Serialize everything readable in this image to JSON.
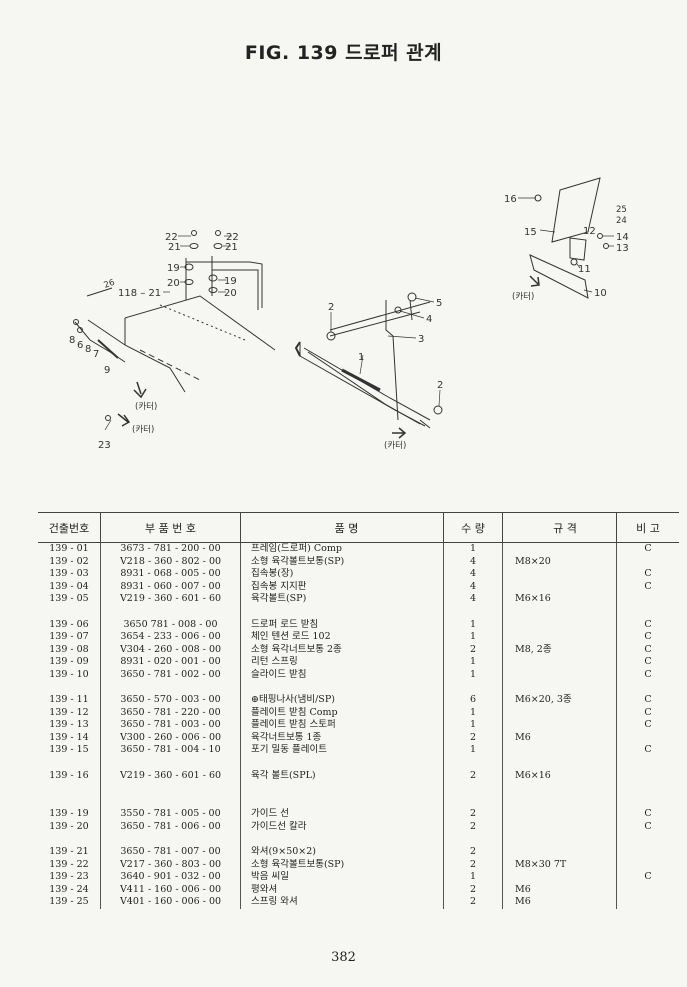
{
  "title": "FIG. 139 드로퍼 관계",
  "diagram_labels": {
    "l22a": "22",
    "l22b": "22",
    "l21a": "21",
    "l21b": "21",
    "l19a": "19",
    "l19b": "19",
    "l20a": "20",
    "l20b": "20",
    "l26": "26",
    "l118": "118 – 21",
    "l8a": "8",
    "l6": "6",
    "l8b": "8",
    "l7": "7",
    "l9": "9",
    "cutter1": "(카터)",
    "cutter2": "(카터)",
    "cutter3": "(카터)",
    "cutter4": "(카터)",
    "l23": "23",
    "l2a": "2",
    "l2b": "2",
    "l1": "1",
    "l3": "3",
    "l4": "4",
    "l5": "5",
    "l16": "16",
    "l15": "15",
    "l12": "12",
    "l25": "25",
    "l24": "24",
    "l14": "14",
    "l13": "13",
    "l11": "11",
    "l10": "10"
  },
  "table": {
    "headers": [
      "건출번호",
      "부 품 번 호",
      "품                    명",
      "수 량",
      "규      격",
      "비  고"
    ],
    "rows": [
      [
        "139 - 01",
        "3673 - 781 - 200 - 00",
        "프레임(드로퍼) Comp",
        "1",
        "",
        "C"
      ],
      [
        "139 - 02",
        "V218 - 360 - 802 - 00",
        "소형 육각볼트보통(SP)",
        "4",
        "M8×20",
        ""
      ],
      [
        "139 - 03",
        "8931 - 068 - 005 - 00",
        "집속봉(장)",
        "4",
        "",
        "C"
      ],
      [
        "139 - 04",
        "8931 - 060 - 007 - 00",
        "집속봉 지지판",
        "4",
        "",
        "C"
      ],
      [
        "139 - 05",
        "V219 - 360 - 601 - 60",
        "육각볼트(SP)",
        "4",
        "M6×16",
        ""
      ],
      [
        "139 - 06",
        "3650   781 - 008 - 00",
        "드로퍼 로드 받침",
        "1",
        "",
        "C"
      ],
      [
        "139 - 07",
        "3654 - 233 - 006 - 00",
        "체인 텐션 로드 102",
        "1",
        "",
        "C"
      ],
      [
        "139 - 08",
        "V304 - 260 - 008 - 00",
        "소형 육각너트보통 2종",
        "2",
        "M8, 2종",
        "C"
      ],
      [
        "139 - 09",
        "8931 - 020 - 001 - 00",
        "리턴 스프링",
        "1",
        "",
        "C"
      ],
      [
        "139 - 10",
        "3650 - 781 - 002 - 00",
        "슬라이드 받침",
        "1",
        "",
        "C"
      ],
      [
        "139 - 11",
        "3650 - 570 - 003 - 00",
        "⊕태핑나사(냄비/SP)",
        "6",
        "M6×20, 3종",
        "C"
      ],
      [
        "139 - 12",
        "3650 - 781 - 220 - 00",
        "플레이트 받침 Comp",
        "1",
        "",
        "C"
      ],
      [
        "139 - 13",
        "3650 - 781 - 003 - 00",
        "플레이트 받침 스토퍼",
        "1",
        "",
        "C"
      ],
      [
        "139 - 14",
        "V300 - 260 - 006 - 00",
        "육각너트보통 1종",
        "2",
        "M6",
        ""
      ],
      [
        "139 - 15",
        "3650 - 781 - 004 - 10",
        "포기 밀동 플레이트",
        "1",
        "",
        "C"
      ],
      [
        "139 - 16",
        "V219 - 360 - 601 - 60",
        "육각 볼트(SPL)",
        "2",
        "M6×16",
        ""
      ],
      [
        "139 - 19",
        "3550 - 781 - 005 - 00",
        "가이드 선",
        "2",
        "",
        "C"
      ],
      [
        "139 - 20",
        "3650 - 781 - 006 - 00",
        "가이드선 칼라",
        "2",
        "",
        "C"
      ],
      [
        "139 - 21",
        "3650 - 781 - 007 - 00",
        "와셔(9×50×2)",
        "2",
        "",
        ""
      ],
      [
        "139 - 22",
        "V217 - 360 - 803 - 00",
        "소형 육각볼트보통(SP)",
        "2",
        "M8×30  7T",
        ""
      ],
      [
        "139 - 23",
        "3640 - 901 - 032 - 00",
        "박음 씨일",
        "1",
        "",
        "C"
      ],
      [
        "139 - 24",
        "V411 - 160 - 006 - 00",
        "평와셔",
        "2",
        "M6",
        ""
      ],
      [
        "139 - 25",
        "V401 - 160 - 006 - 00",
        "스프링 와셔",
        "2",
        "M6",
        ""
      ]
    ]
  },
  "page_number": "382"
}
